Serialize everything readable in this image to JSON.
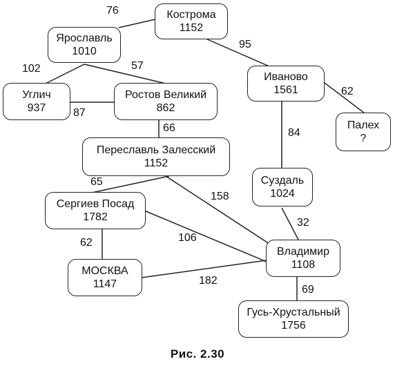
{
  "nodes": {
    "kostroma": {
      "name": "Кострома",
      "value": "1152"
    },
    "yaroslavl": {
      "name": "Ярославль",
      "value": "1010"
    },
    "uglich": {
      "name": "Углич",
      "value": "937"
    },
    "rostov": {
      "name": "Ростов Великий",
      "value": "862"
    },
    "ivanovo": {
      "name": "Иваново",
      "value": "1561"
    },
    "palekh": {
      "name": "Палех",
      "value": "?"
    },
    "pereslavl": {
      "name": "Переславль Залесский",
      "value": "1152"
    },
    "suzdal": {
      "name": "Суздаль",
      "value": "1024"
    },
    "sergiev": {
      "name": "Сергиев Посад",
      "value": "1782"
    },
    "moskva": {
      "name": "МОСКВА",
      "value": "1147"
    },
    "vladimir": {
      "name": "Владимир",
      "value": "1108"
    },
    "gus": {
      "name": "Гусь-Хрустальный",
      "value": "1756"
    }
  },
  "edges": {
    "kostroma_yaroslavl": "76",
    "kostroma_ivanovo": "95",
    "yaroslavl_uglich": "102",
    "yaroslavl_rostov": "57",
    "uglich_rostov": "87",
    "ivanovo_palekh": "62",
    "rostov_pereslavl": "66",
    "ivanovo_suzdal": "84",
    "pereslavl_sergiev": "65",
    "pereslavl_vladimir": "158",
    "suzdal_vladimir": "32",
    "sergiev_moskva": "62",
    "sergiev_vladimir": "106",
    "moskva_vladimir": "182",
    "vladimir_gus": "69"
  },
  "caption": "Рис. 2.30"
}
